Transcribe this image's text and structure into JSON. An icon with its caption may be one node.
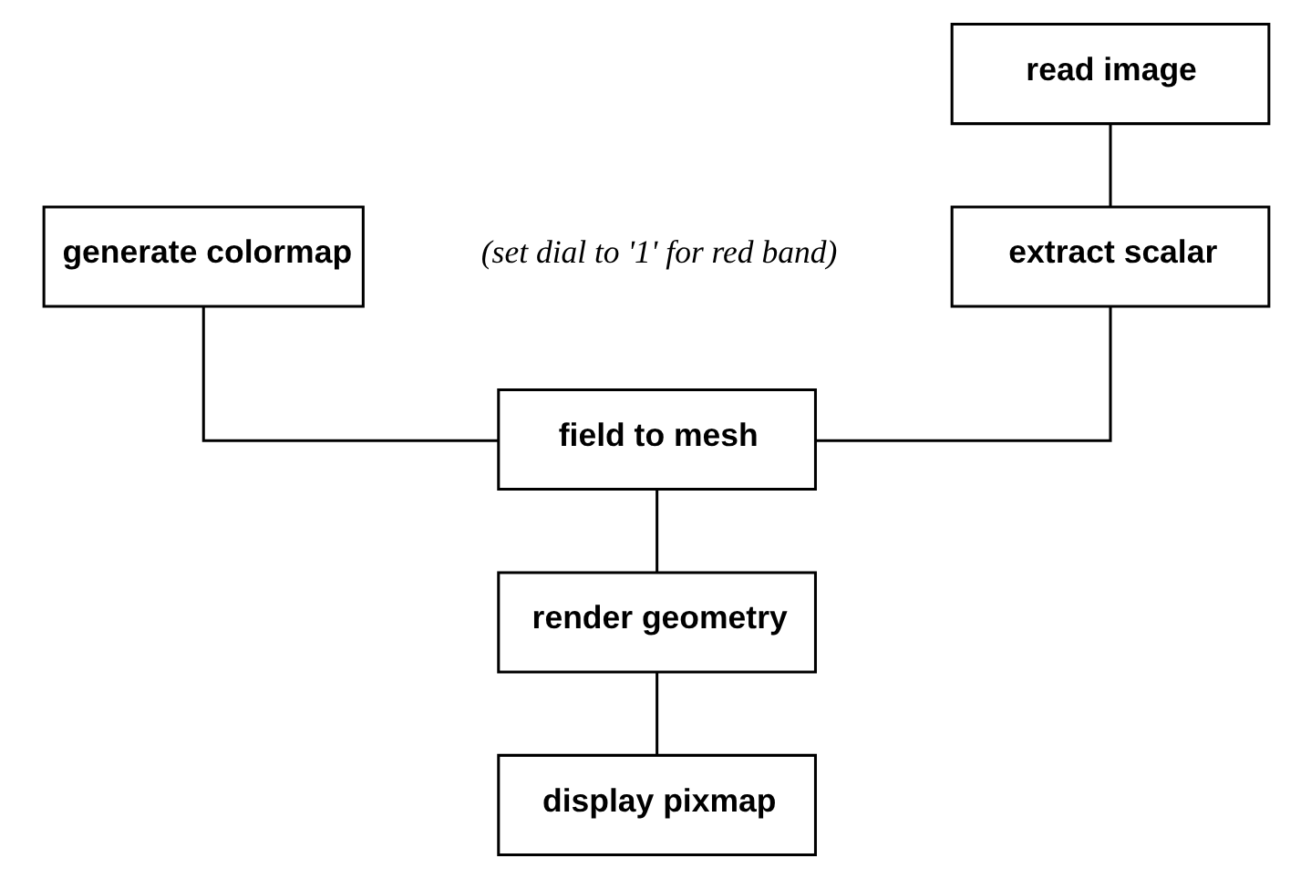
{
  "diagram": {
    "nodes": [
      {
        "text": [
          "read image"
        ]
      },
      {
        "text": [
          "extract scalar"
        ],
        "beside": [
          "(set dial to '1' for red band)"
        ]
      },
      {
        "text": [
          "generate colormap"
        ]
      },
      {
        "text": [
          "field to mesh"
        ]
      },
      {
        "text": [
          "render geometry"
        ]
      },
      {
        "text": [
          "display pixmap"
        ]
      }
    ],
    "edges": [
      {
        "from": 0,
        "to": 1,
        "arrow": "none"
      },
      {
        "from": 1,
        "to": 3,
        "arrow": "none"
      },
      {
        "from": 2,
        "to": 3,
        "arrow": "none"
      },
      {
        "from": 3,
        "to": 4,
        "arrow": "none"
      },
      {
        "from": 4,
        "to": 5,
        "arrow": "none"
      }
    ]
  }
}
